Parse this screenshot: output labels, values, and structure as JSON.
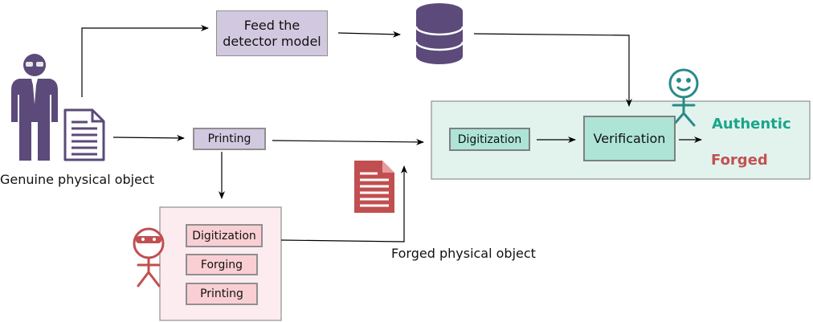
{
  "labels": {
    "feed_model": "Feed the\ndetector model",
    "printing_top": "Printing",
    "genuine": "Genuine physical object",
    "forged_object": "Forged physical object",
    "digitization_main": "Digitization",
    "verification": "Verification",
    "authentic": "Authentic",
    "forged": "Forged",
    "forger_digitization": "Digitization",
    "forger_forging": "Forging",
    "forger_printing": "Printing"
  },
  "colors": {
    "purple": "#5b4a7a",
    "lavender_box": "#d2c8e0",
    "lavender_border": "#8f8f8f",
    "teal_panel": "#e2f3ee",
    "teal_box": "#aee4d6",
    "teal_stick": "#2a8a88",
    "authentic_text": "#1aa58a",
    "forged_text": "#c25151",
    "pink_panel": "#fdecef",
    "pink_box": "#f9cfd3",
    "red_doc": "#c14f4f"
  },
  "icons": {
    "genuine_person": "person-with-sunglasses-icon",
    "genuine_document": "document-icon",
    "database": "database-icon",
    "verifier": "stick-figure-smiling-icon",
    "forger": "masked-stick-figure-icon",
    "forged_document": "forged-document-icon"
  }
}
